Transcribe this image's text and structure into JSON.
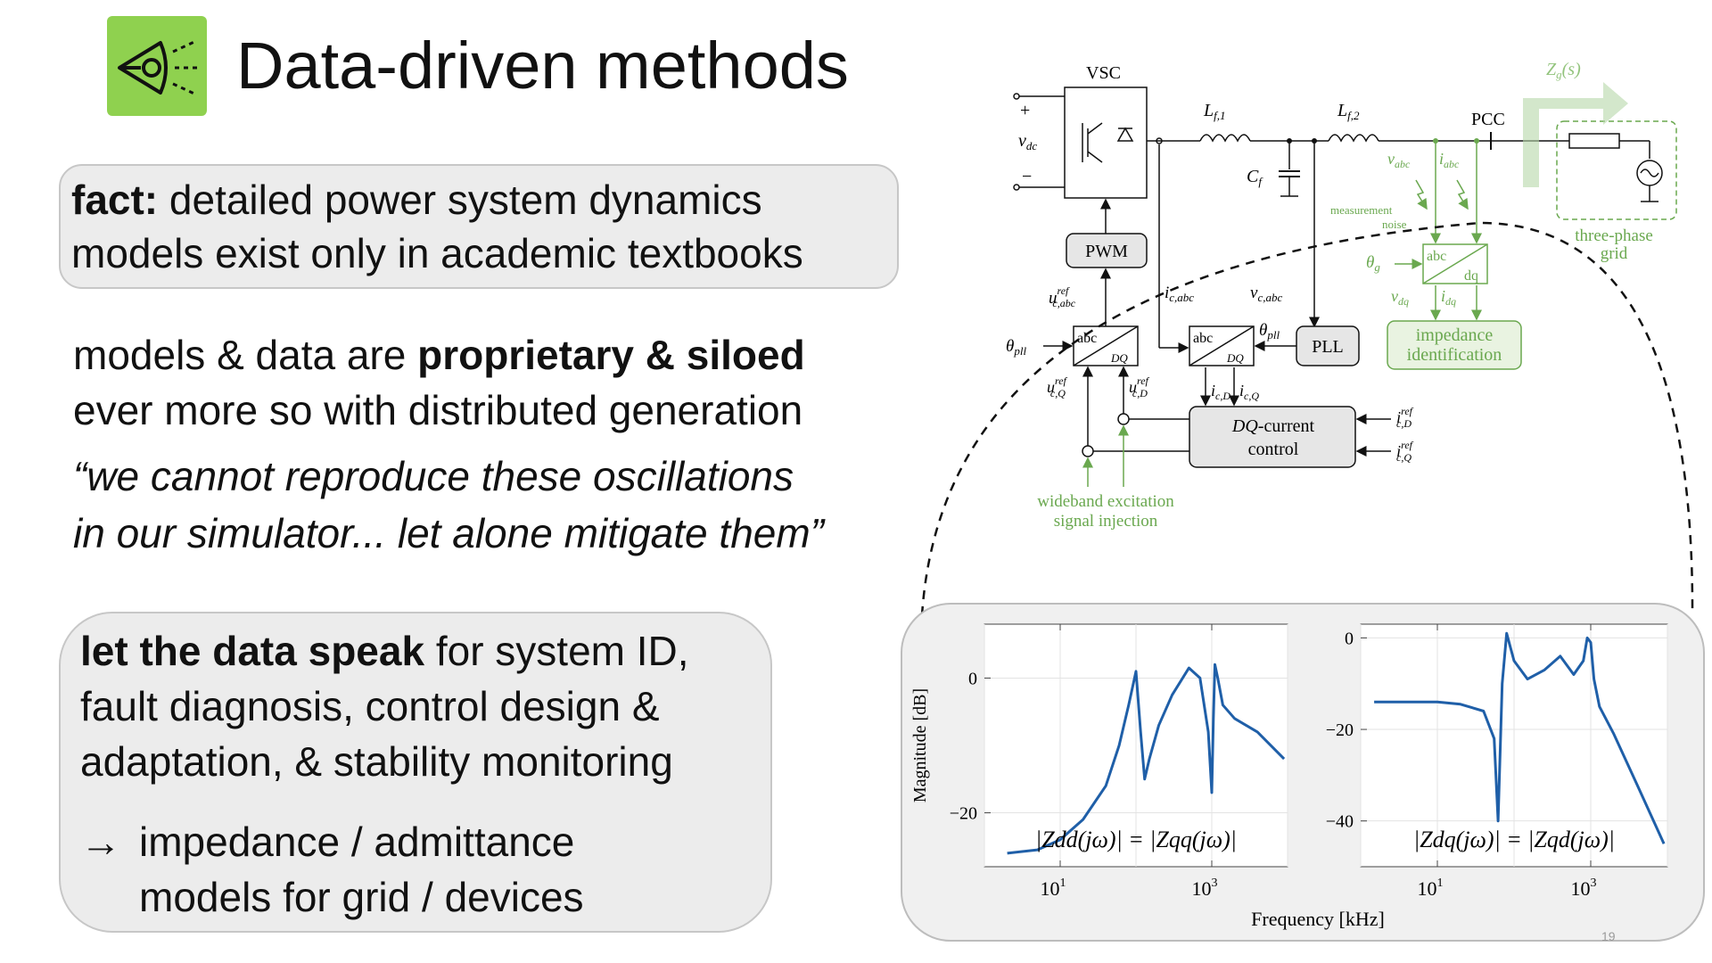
{
  "slide": {
    "title": "Data-driven methods",
    "icon": "eye-broadcast-icon",
    "accent_color": "#8fd14f",
    "page_number": "19"
  },
  "fact_box": {
    "lead": "fact:",
    "line1_rest": " detailed power system dynamics",
    "line2": "models exist only in academic textbooks"
  },
  "middle": {
    "line1_a": "models & data are ",
    "line1_b": "proprietary & siloed",
    "line2": "ever more so with distributed generation",
    "quote1": "“we cannot reproduce these oscillations",
    "quote2": "in our simulator... let alone mitigate them”"
  },
  "data_box": {
    "lead": "let the data speak",
    "line1_rest": " for system ID,",
    "line2": "fault diagnosis, control design &",
    "line3": "adaptation, & stability monitoring",
    "arrow": "→",
    "bullet1": "impedance / admittance",
    "bullet2": "models for grid / devices"
  },
  "diagram": {
    "labels": {
      "vsc": "VSC",
      "plus": "+",
      "vdc": "v",
      "vdc_sub": "dc",
      "minus": "−",
      "lf1": "L",
      "lf1_sub": "f,1",
      "lf2": "L",
      "lf2_sub": "f,2",
      "cf": "C",
      "cf_sub": "f",
      "pcc": "PCC",
      "zg": "Z",
      "zg_sub": "g",
      "zg_arg": "(s)",
      "pwm": "PWM",
      "pll": "PLL",
      "u_ref_abc": "u",
      "u_ref_abc_sup": "ref",
      "u_ref_abc_sub": "c,abc",
      "theta_pll_left": "θ",
      "theta_pll_sub": "pll",
      "theta_pll_mid": "θ",
      "ic_abc": "i",
      "ic_abc_sub": "c,abc",
      "vc_abc": "v",
      "vc_abc_sub": "c,abc",
      "u_ref_Q": "u",
      "u_ref_Q_sup": "ref",
      "u_ref_Q_sub": "c,Q",
      "u_ref_D": "u",
      "u_ref_D_sup": "ref",
      "u_ref_D_sub": "c,D",
      "ic_D": "i",
      "ic_D_sub": "c,D",
      "ic_Q": "i",
      "ic_Q_sub": "c,Q",
      "ctrl_line1": "DQ",
      "ctrl_line1_rest": "-current",
      "ctrl_line2": "control",
      "i_ref_D": "i",
      "i_ref_D_sup": "ref",
      "i_ref_D_sub": "c,D",
      "i_ref_Q": "i",
      "i_ref_Q_sup": "ref",
      "i_ref_Q_sub": "c,Q",
      "abc_dq_top": "abc",
      "abc_dq_bottom": "DQ",
      "meas_abc": "abc",
      "meas_dq": "dq",
      "wideband1": "wideband excitation",
      "wideband2": "signal injection",
      "v_abc": "v",
      "v_abc_sub": "abc",
      "i_abc": "i",
      "i_abc_sub": "abc",
      "meas_noise1": "measurement",
      "meas_noise2": "noise",
      "theta_g": "θ",
      "theta_g_sub": "g",
      "v_dq": "v",
      "v_dq_sub": "dq",
      "i_dq": "i",
      "i_dq_sub": "dq",
      "imp_id1": "impedance",
      "imp_id2": "identification",
      "three_phase1": "three-phase",
      "three_phase2": "grid"
    },
    "colors": {
      "green": "#6aa84f",
      "light_green": "#b6d7a8",
      "box_fill": "#e6e6e6"
    }
  },
  "chart_data": [
    {
      "type": "line",
      "title": "",
      "ylabel": "Magnitude [dB]",
      "xlabel": "Frequency [kHz]",
      "xscale": "log",
      "xlim": [
        1,
        10000
      ],
      "ylim": [
        -28,
        8
      ],
      "xticks": [
        10,
        1000
      ],
      "xtick_labels": [
        "10",
        "10"
      ],
      "xtick_sup": [
        "1",
        "3"
      ],
      "yticks": [
        0,
        -20
      ],
      "ytick_labels": [
        "0",
        "−20"
      ],
      "grid": true,
      "annotation": "|Z_dd(jω)| = |Z_qq(jω)|",
      "series": [
        {
          "color": "#1f5fa8",
          "x": [
            2,
            5,
            10,
            20,
            40,
            60,
            80,
            100,
            115,
            130,
            150,
            200,
            300,
            500,
            700,
            900,
            1000,
            1050,
            1100,
            1200,
            1400,
            2000,
            4000,
            9000
          ],
          "y": [
            -26,
            -25.5,
            -24,
            -21,
            -16,
            -10,
            -4,
            1,
            -8,
            -15,
            -12,
            -7,
            -2.5,
            1.5,
            0,
            -8,
            -17,
            -6,
            2,
            0,
            -4,
            -6,
            -8,
            -12
          ]
        }
      ]
    },
    {
      "type": "line",
      "title": "",
      "ylabel": "",
      "xlabel": "",
      "xscale": "log",
      "xlim": [
        1,
        10000
      ],
      "ylim": [
        -50,
        3
      ],
      "xticks": [
        10,
        1000
      ],
      "xtick_labels": [
        "10",
        "10"
      ],
      "xtick_sup": [
        "1",
        "3"
      ],
      "yticks": [
        0,
        -20,
        -40
      ],
      "ytick_labels": [
        "0",
        "−20",
        "−40"
      ],
      "grid": true,
      "annotation": "|Z_dq(jω)| = |Z_qd(jω)|",
      "series": [
        {
          "color": "#1f5fa8",
          "x": [
            1.5,
            5,
            10,
            20,
            40,
            55,
            62,
            70,
            80,
            100,
            150,
            250,
            400,
            600,
            800,
            900,
            1000,
            1100,
            1300,
            2000,
            4000,
            9000
          ],
          "y": [
            -14,
            -14,
            -14,
            -14.5,
            -16,
            -22,
            -40,
            -10,
            1,
            -5,
            -9,
            -7,
            -4,
            -8,
            -5,
            0,
            -1,
            -9,
            -15,
            -21,
            -32,
            -45
          ]
        }
      ]
    }
  ]
}
